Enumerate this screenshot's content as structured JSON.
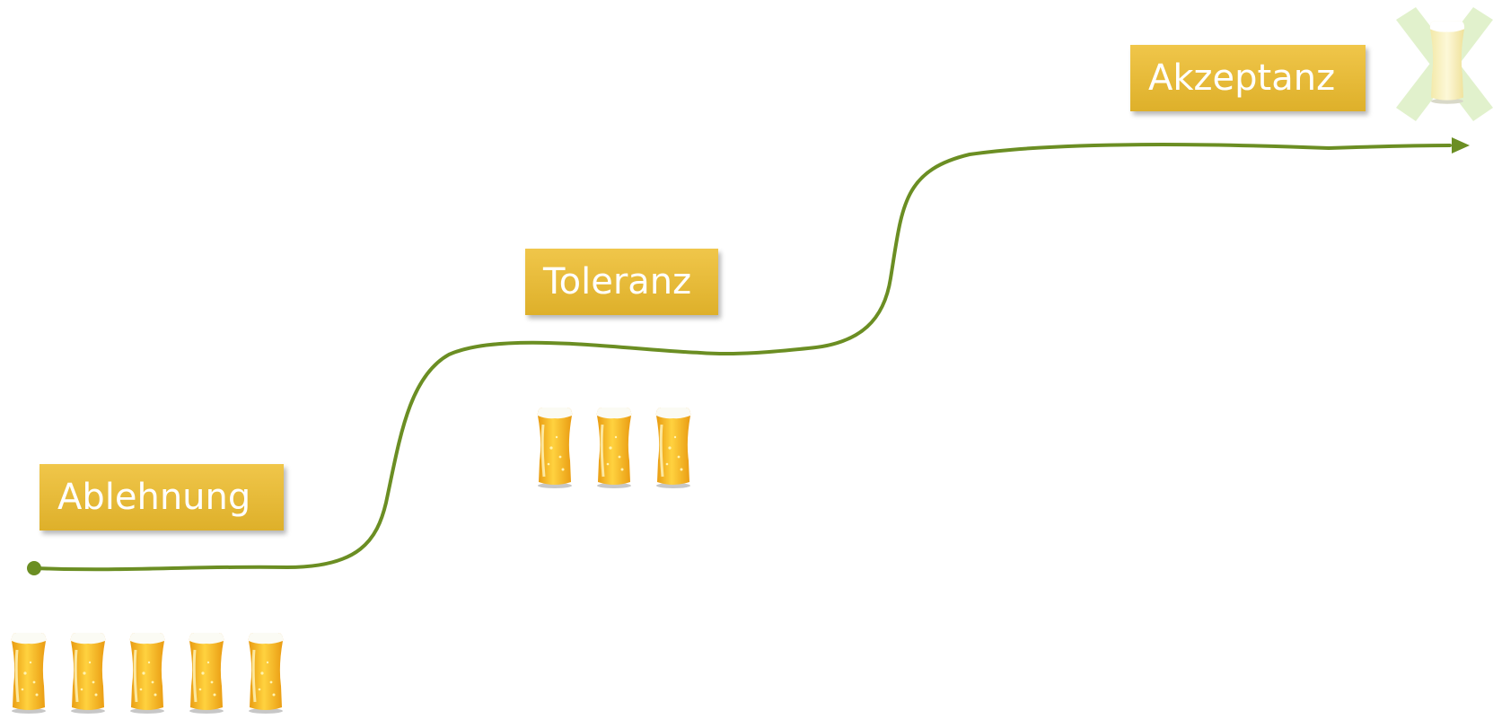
{
  "stages": [
    {
      "label": "Ablehnung",
      "glass_count": 5
    },
    {
      "label": "Toleranz",
      "glass_count": 3
    },
    {
      "label": "Akzeptanz",
      "glass_count": 1,
      "glass_crossed_out": true
    }
  ],
  "colors": {
    "curve": "#6b8e23",
    "label_background": "#e3b52f",
    "label_text": "#ffffff",
    "beer": "#f2b01e",
    "cross": "#dcefc4"
  },
  "icons": {
    "glass": "beer-glass-icon",
    "cross": "cross-icon"
  }
}
